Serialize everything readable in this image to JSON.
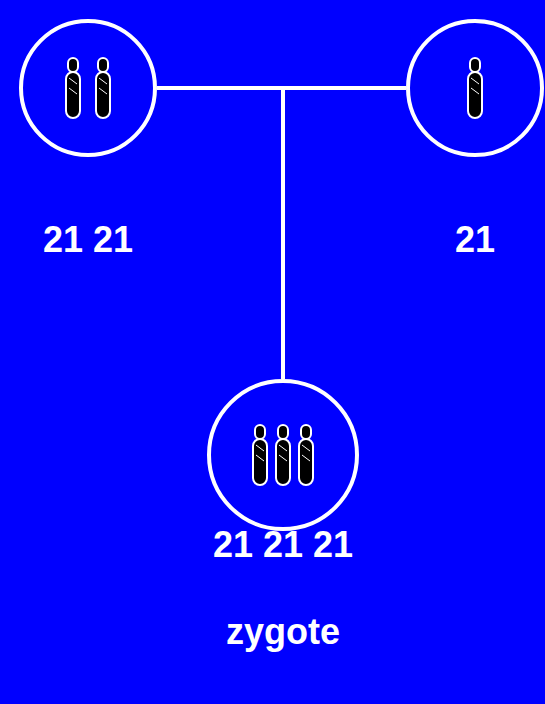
{
  "diagram": {
    "nodes": [
      {
        "text": [
          "21 21"
        ]
      },
      {
        "text": [
          "21"
        ]
      },
      {
        "text": [
          "21 21 21",
          "zygote"
        ]
      }
    ],
    "edges": [
      {
        "from": 0,
        "to": 2,
        "arrow": "none"
      },
      {
        "from": 1,
        "to": 2,
        "arrow": "none"
      }
    ]
  }
}
